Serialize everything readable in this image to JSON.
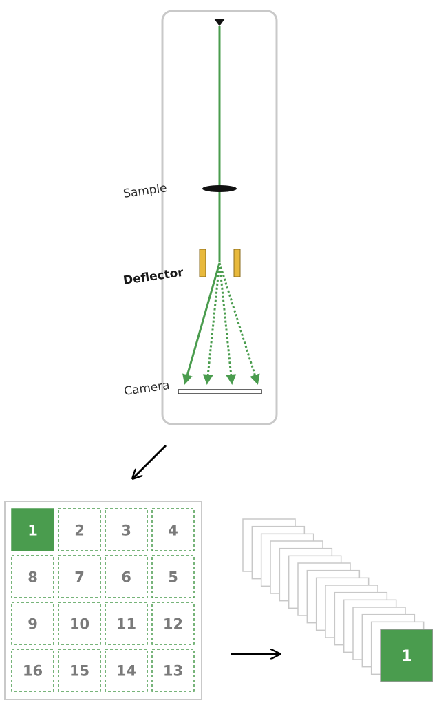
{
  "labels": {
    "sample": "Sample",
    "deflector": "Deflector",
    "camera": "Camera"
  },
  "grid": {
    "rows": [
      [
        "1",
        "2",
        "3",
        "4"
      ],
      [
        "8",
        "7",
        "6",
        "5"
      ],
      [
        "9",
        "10",
        "11",
        "12"
      ],
      [
        "16",
        "15",
        "14",
        "13"
      ]
    ],
    "active": "1"
  },
  "stack": {
    "frame_count": 16,
    "front_label": "1"
  },
  "colors": {
    "beam": "#4a9c4e",
    "active_cell": "#4a9c4e",
    "deflector_plate": "#e8b93c",
    "frame_border": "#c8c8c8"
  }
}
